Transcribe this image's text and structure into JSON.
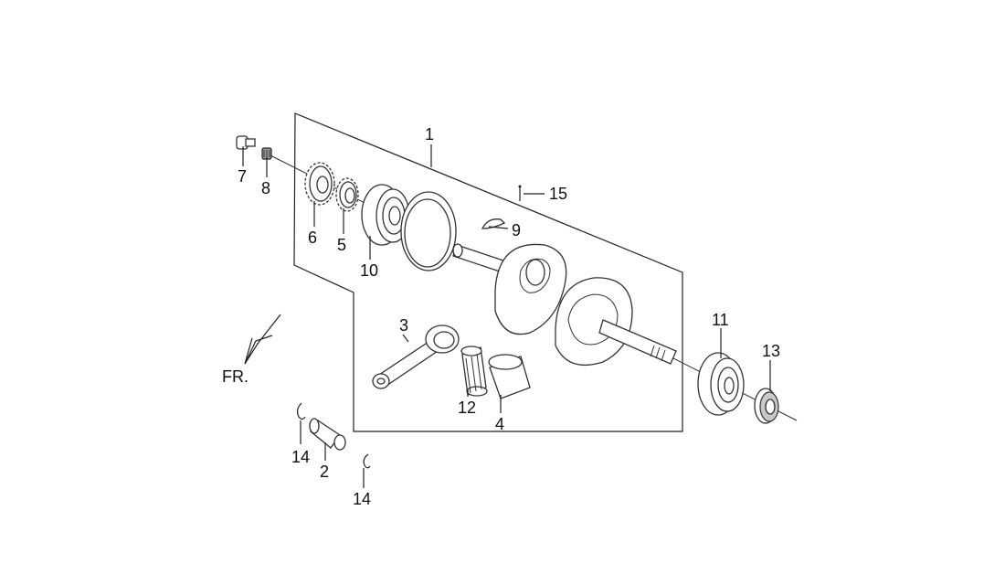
{
  "diagram": {
    "direction_label": "FR.",
    "callouts": {
      "c1": "1",
      "c2": "2",
      "c3": "3",
      "c4": "4",
      "c5": "5",
      "c6": "6",
      "c7": "7",
      "c8": "8",
      "c9": "9",
      "c10": "10",
      "c11": "11",
      "c12": "12",
      "c13": "13",
      "c14a": "14",
      "c14b": "14",
      "c15": "15"
    }
  }
}
